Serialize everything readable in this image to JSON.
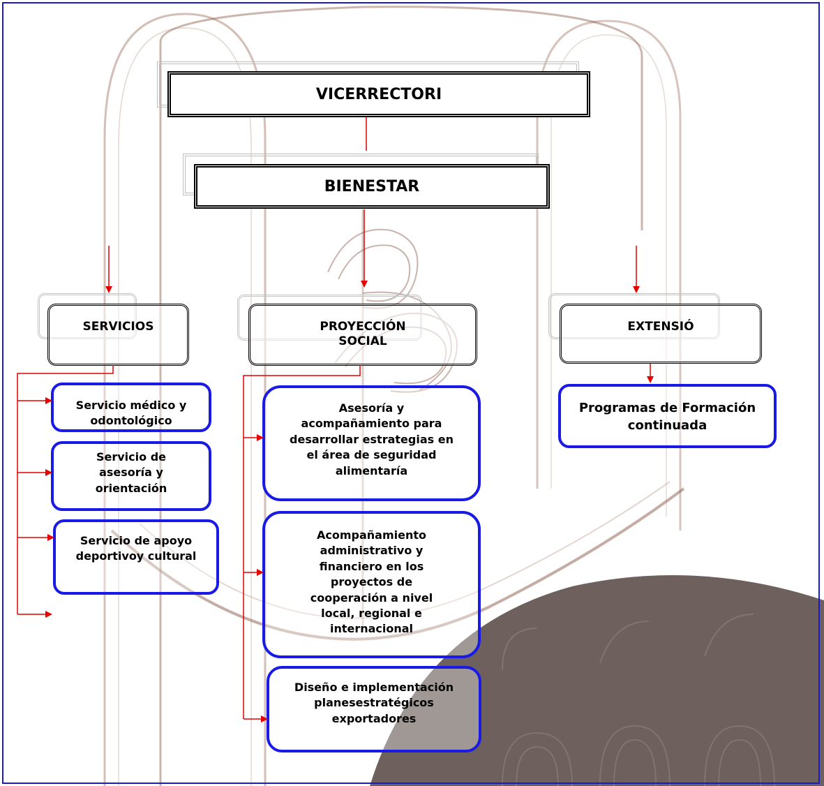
{
  "top": {
    "title": "VICERRECTORI",
    "subtitle": "BIENESTAR"
  },
  "units": [
    {
      "label": "SERVICIOS"
    },
    {
      "label": "PROYECCIÓN SOCIAL"
    },
    {
      "label": "EXTENSIÓ"
    }
  ],
  "servicios": [
    {
      "label": "Servicio  médico y odontológico"
    },
    {
      "label": "Servicio   de asesoría    y orientación"
    },
    {
      "label": "Servicio de apoyo deportivoy cultural"
    }
  ],
  "proyeccion": [
    {
      "label": "Asesoría y acompañamiento para desarrollar estrategias en el área de seguridad alimentaría"
    },
    {
      "label": "Acompañamiento administrativo y financiero en los proyectos de cooperación a nivel local, regional e internacional"
    },
    {
      "label": "Diseño e implementación planesestratégicos exportadores"
    }
  ],
  "extension": [
    {
      "label": "Programas de Formación continuada"
    }
  ],
  "colors": {
    "connector": "#e60000",
    "service_border": "#1a1ae6",
    "frame": "#1a1ac8",
    "watermark": "#8c5a4a",
    "blob": "#6e615d"
  }
}
